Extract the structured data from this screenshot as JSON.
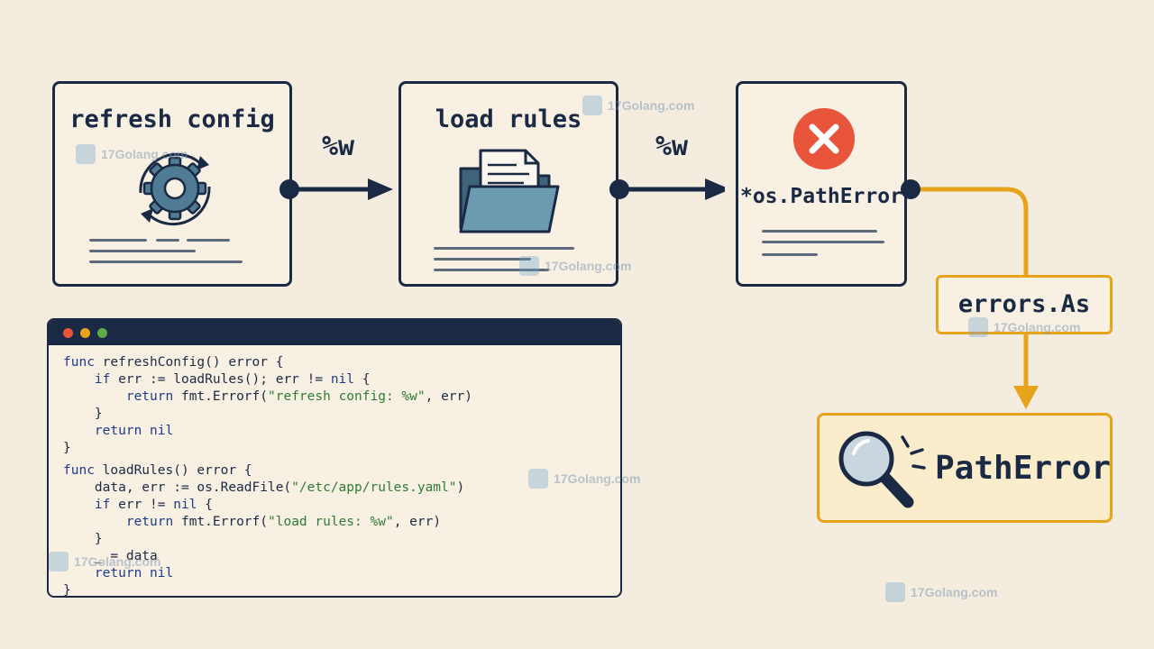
{
  "diagram": {
    "boxes": [
      {
        "title": "refresh config",
        "icon": "gear-icon"
      },
      {
        "title": "load rules",
        "icon": "folder-icon"
      },
      {
        "title": "*os.PathError",
        "icon": "error-x-icon"
      }
    ],
    "arrows": [
      {
        "label": "%w"
      },
      {
        "label": "%w"
      }
    ],
    "errors_as": {
      "label": "errors.As"
    },
    "result": {
      "label": "PathError",
      "icon": "magnifier-icon"
    },
    "colors": {
      "navy": "#1b2a44",
      "accent": "#e8a31c",
      "error": "#e8553a",
      "background": "#f3ecdf"
    }
  },
  "code": {
    "lines": [
      "func refreshConfig() error {",
      "    if err := loadRules(); err != nil {",
      "        return fmt.Errorf(\"refresh config: %w\", err)",
      "    }",
      "    return nil",
      "}",
      "",
      "func loadRules() error {",
      "    data, err := os.ReadFile(\"/etc/app/rules.yaml\")",
      "    if err != nil {",
      "        return fmt.Errorf(\"load rules: %w\", err)",
      "    }",
      "    _ = data",
      "    return nil",
      "}"
    ]
  },
  "watermark": {
    "text": "17Golang.com"
  }
}
